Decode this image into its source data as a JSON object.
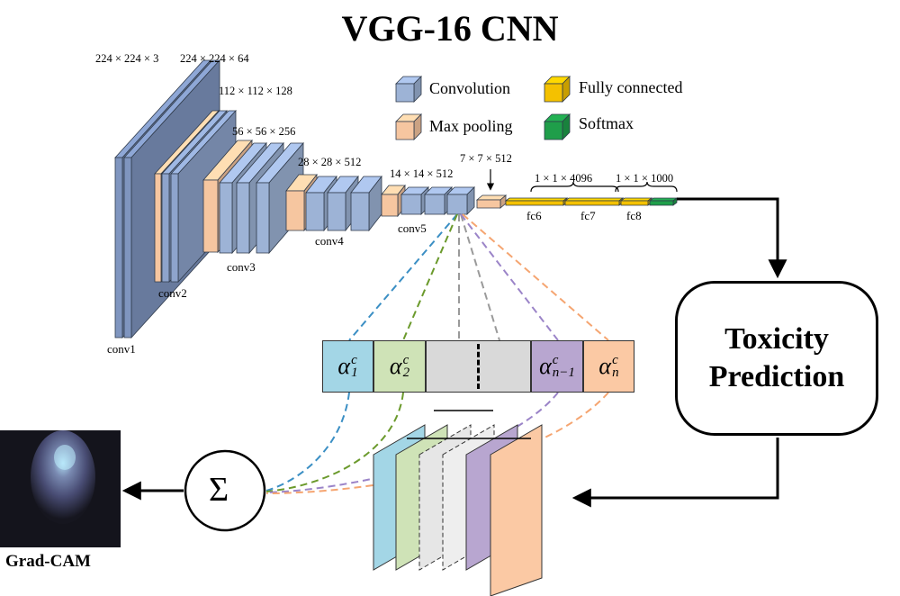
{
  "title": "VGG-16 CNN",
  "colors": {
    "convolution": "#9db3d6",
    "max_pooling": "#f6c6a0",
    "fully_connected": "#f4c100",
    "softmax": "#1f9e4a",
    "alpha_1": "#a3d6e6",
    "alpha_2": "#cfe3b7",
    "alpha_mid": "#d9d9d9",
    "alpha_n1": "#b8a6d0",
    "alpha_n": "#fbc9a4"
  },
  "legend": {
    "convolution": "Convolution",
    "max_pooling": "Max pooling",
    "fully_connected": "Fully connected",
    "softmax": "Softmax"
  },
  "dimensions": {
    "input": "224 × 224 × 3",
    "conv1_out": "224 × 224 × 64",
    "conv2_out": "112 × 112 × 128",
    "conv3_out": "56 × 56 × 256",
    "conv4_out": "28 × 28 × 512",
    "conv5_out": "14 × 14 × 512",
    "pool5_out": "7 × 7 × 512",
    "fc67_out": "1 × 1 × 4096",
    "fc8_out": "1 × 1 × 1000"
  },
  "layers": {
    "conv1": "conv1",
    "conv2": "conv2",
    "conv3": "conv3",
    "conv4": "conv4",
    "conv5": "conv5",
    "fc6": "fc6",
    "fc7": "fc7",
    "fc8": "fc8"
  },
  "prediction": {
    "line1": "Toxicity",
    "line2": "Prediction"
  },
  "weights": {
    "a1": {
      "base": "α",
      "sup": "c",
      "sub": "1"
    },
    "a2": {
      "base": "α",
      "sup": "c",
      "sub": "2"
    },
    "an1": {
      "base": "α",
      "sup": "c",
      "sub": "n−1"
    },
    "an": {
      "base": "α",
      "sup": "c",
      "sub": "n"
    }
  },
  "sum_symbol": "Σ",
  "gradcam_label": "Grad-CAM"
}
